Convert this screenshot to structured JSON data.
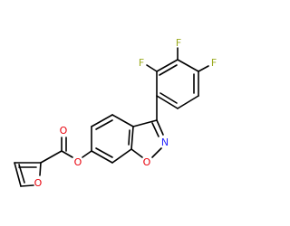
{
  "colors": {
    "bond": "#000000",
    "oxygen": "#e8000b",
    "nitrogen": "#2727ff",
    "fluorine": "#9aaa1e",
    "background": "#ffffff"
  },
  "atoms": {
    "f1": {
      "symbol": "F",
      "element": "fluorine"
    },
    "f2": {
      "symbol": "F",
      "element": "fluorine"
    },
    "f3": {
      "symbol": "F",
      "element": "fluorine"
    },
    "n_isoxazole": {
      "symbol": "N",
      "element": "nitrogen"
    },
    "o_isoxazole": {
      "symbol": "O",
      "element": "oxygen"
    },
    "o_ester": {
      "symbol": "O",
      "element": "oxygen"
    },
    "o_carbonyl": {
      "symbol": "O",
      "element": "oxygen"
    },
    "o_furan": {
      "symbol": "O",
      "element": "oxygen"
    }
  }
}
